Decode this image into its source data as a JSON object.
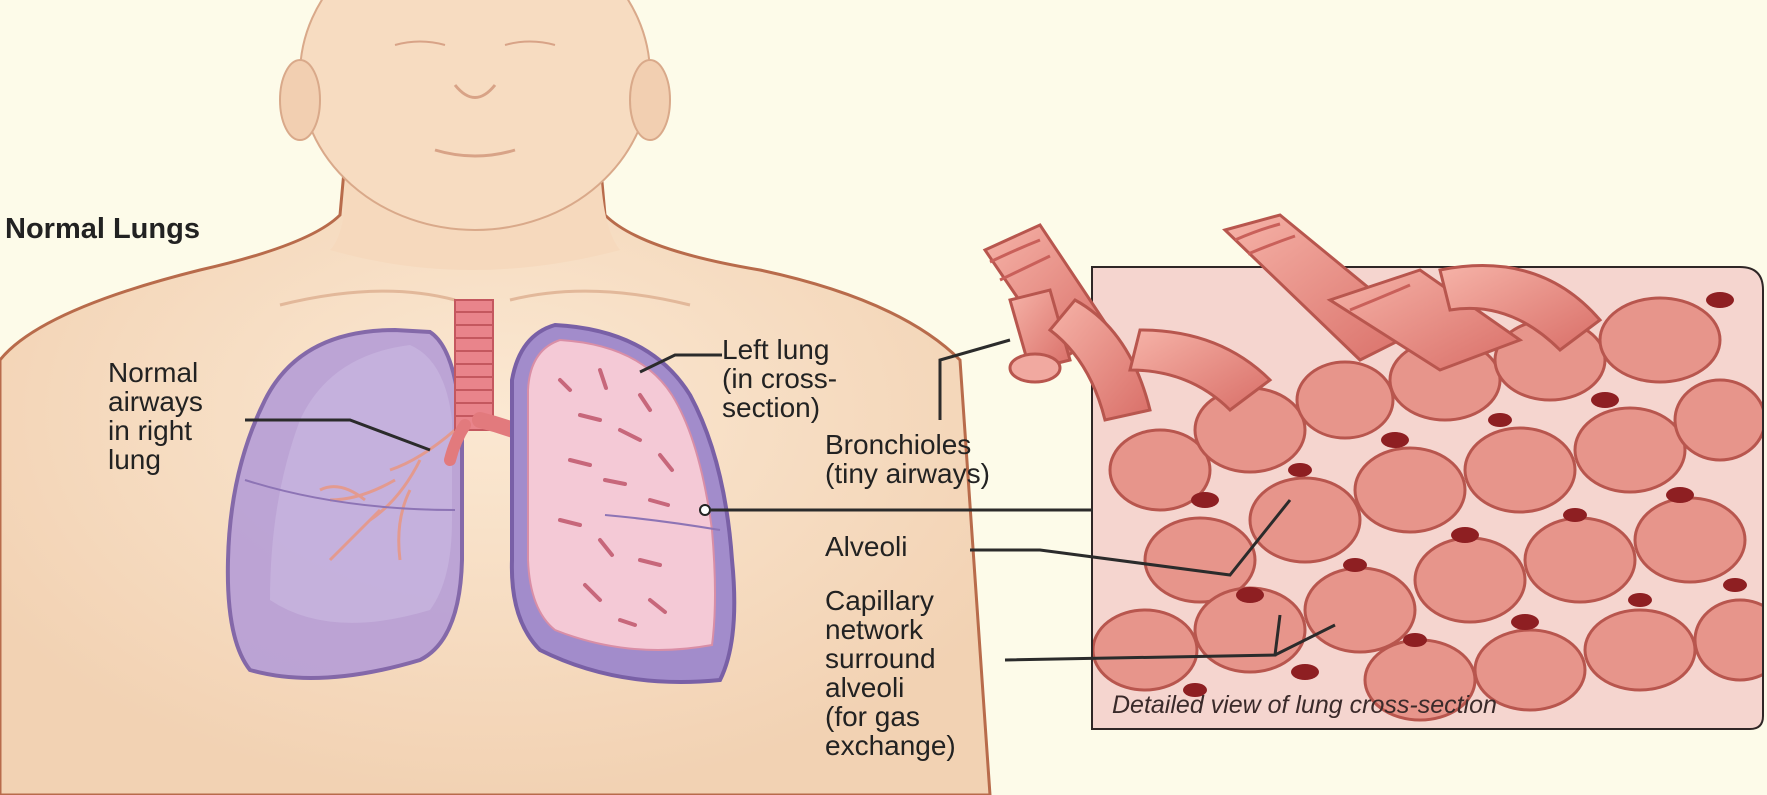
{
  "diagram": {
    "title": "Normal Lungs",
    "labels": {
      "right_airways": "Normal\nairways\nin right\nlung",
      "left_lung": "Left lung\n(in cross-\nsection)",
      "bronchioles": "Bronchioles\n(tiny airways)",
      "alveoli": "Alveoli",
      "capillary": "Capillary\nnetwork\nsurround\nalveoli\n(for gas\nexchange)"
    },
    "detail_caption": "Detailed view of lung cross-section"
  },
  "colors": {
    "background": "#fdfbe9",
    "skin": "#f8dfc4",
    "skin_outline": "#b86b4b",
    "lung_right": "#a98bc9",
    "lung_left_outer": "#9c86c4",
    "lung_left_inner": "#f2c4d2",
    "trachea": "#e07a80",
    "tissue": "#e68b84",
    "capillary": "#8e1f22",
    "leader_line": "#2b2b2b"
  }
}
